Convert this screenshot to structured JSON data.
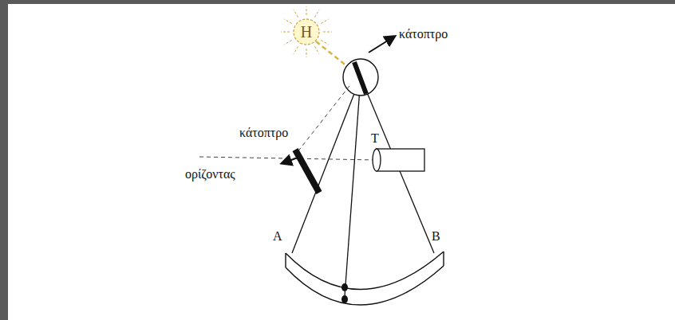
{
  "diagram": {
    "nodes": [
      {
        "text": [
          "Η"
        ]
      }
    ],
    "labels": [
      "κάτοπτρο",
      "κάτοπτρο",
      "ορίζοντας",
      "Τ",
      "Α",
      "Β"
    ]
  }
}
